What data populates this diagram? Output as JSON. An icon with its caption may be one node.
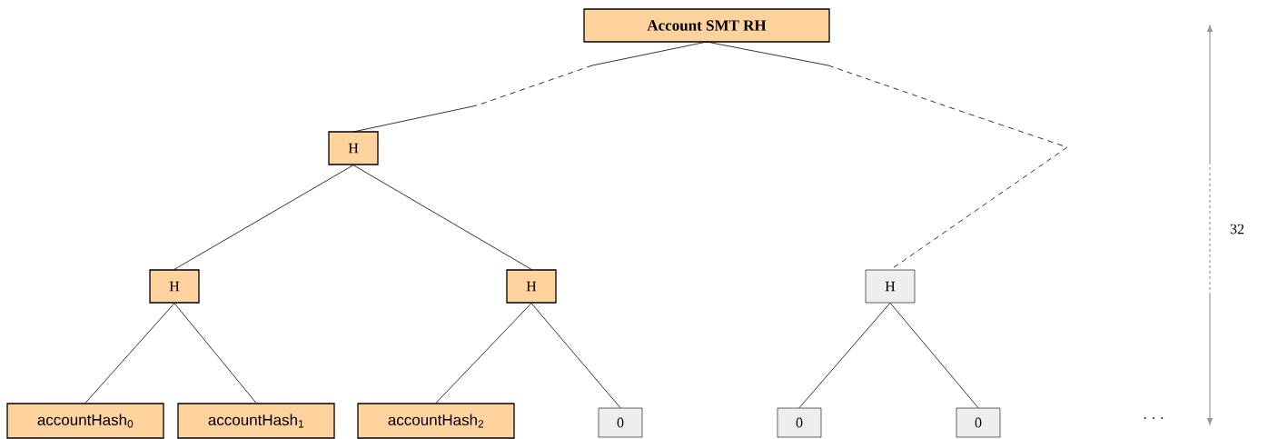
{
  "diagram": {
    "nodes": [
      {
        "text": [
          "Account SMT RH"
        ]
      },
      {
        "text": [
          "H"
        ]
      },
      {
        "text": [
          "H"
        ]
      },
      {
        "text": [
          "H"
        ]
      },
      {
        "text": [
          "H"
        ]
      },
      {
        "text": [
          "accountHash$_{0}$"
        ]
      },
      {
        "text": [
          "accountHash$_{1}$"
        ]
      },
      {
        "text": [
          "accountHash$_{2}$"
        ]
      },
      {
        "text": [
          "0"
        ]
      },
      {
        "text": [
          "0"
        ]
      },
      {
        "text": [
          "0"
        ]
      }
    ],
    "edges": [
      {
        "from": 0,
        "to": 1,
        "arrow": "none",
        "style": "dashed"
      },
      {
        "from": 0,
        "to": 4,
        "arrow": "none",
        "style": "dashed"
      },
      {
        "from": 1,
        "to": 2,
        "arrow": "none"
      },
      {
        "from": 1,
        "to": 3,
        "arrow": "none"
      },
      {
        "from": 2,
        "to": 5,
        "arrow": "none"
      },
      {
        "from": 2,
        "to": 6,
        "arrow": "none"
      },
      {
        "from": 3,
        "to": 7,
        "arrow": "none"
      },
      {
        "from": 3,
        "to": 8,
        "arrow": "none"
      },
      {
        "from": 4,
        "to": 9,
        "arrow": "none"
      },
      {
        "from": 4,
        "to": 10,
        "arrow": "none"
      }
    ],
    "labels": [
      "32",
      "· · ·"
    ]
  }
}
